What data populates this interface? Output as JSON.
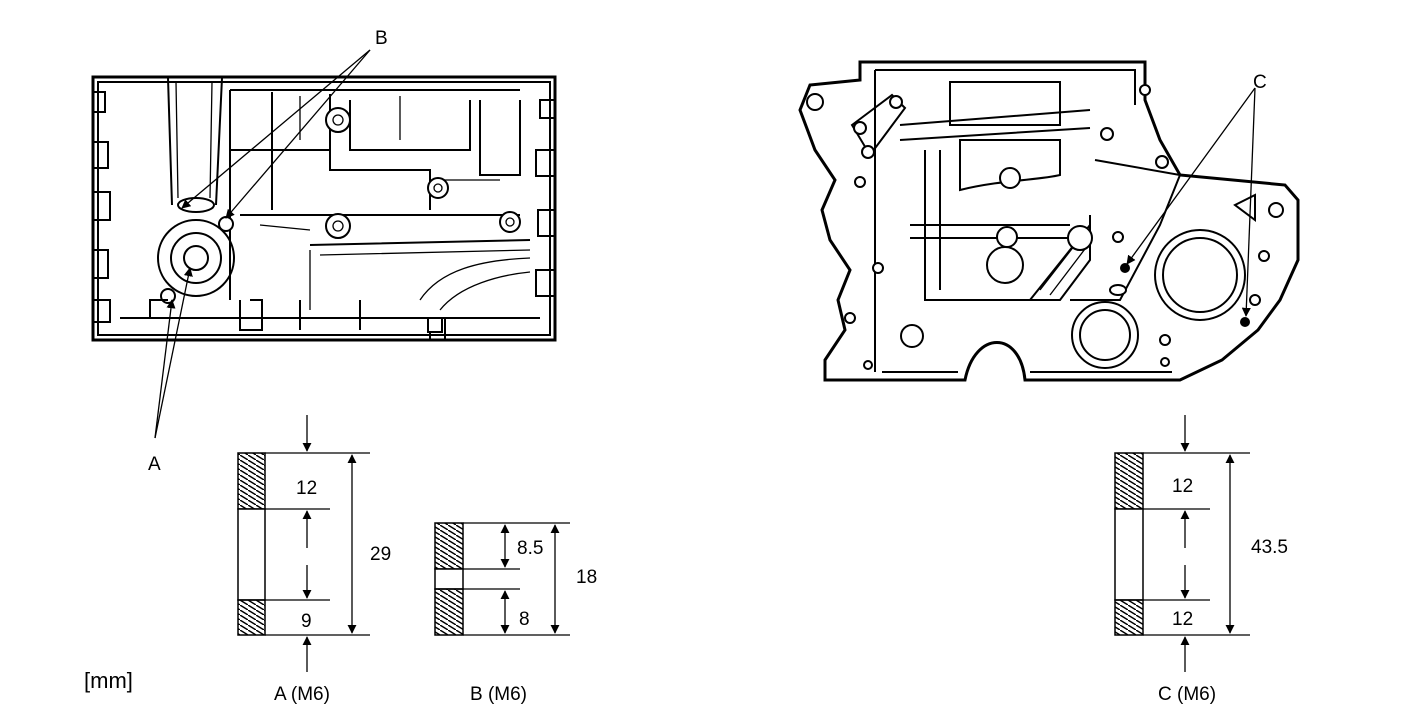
{
  "callouts": {
    "a": "A",
    "b": "B",
    "c": "C"
  },
  "unit_label": "[mm]",
  "studs": {
    "a": {
      "caption": "A (M6)",
      "top": "12",
      "bottom": "9",
      "total": "29"
    },
    "b": {
      "caption": "B (M6)",
      "top": "8.5",
      "bottom": "8",
      "total": "18"
    },
    "c": {
      "caption": "C (M6)",
      "top": "12",
      "bottom": "12",
      "total": "43.5"
    }
  }
}
